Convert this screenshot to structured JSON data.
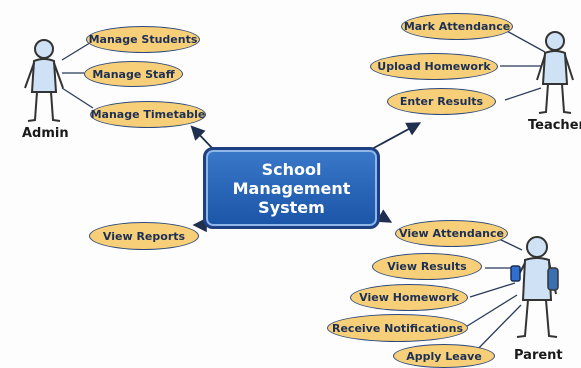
{
  "system": {
    "title": "School Management System"
  },
  "actors": {
    "admin": {
      "label": "Admin"
    },
    "teacher": {
      "label": "Teacher"
    },
    "parent": {
      "label": "Parent"
    }
  },
  "use_cases": {
    "admin": [
      "Manage Students",
      "Manage Staff",
      "Manage Timetable"
    ],
    "teacher": [
      "Mark Attendance",
      "Upload Homework",
      "Enter Results"
    ],
    "reports": [
      "View Reports"
    ],
    "parent": [
      "View Attendance",
      "View Results",
      "View Homework",
      "Receive Notifications",
      "Apply Leave"
    ]
  },
  "colors": {
    "use_case_fill": "#f7cf79",
    "use_case_border": "#2e4a7a",
    "system_fill": "#1b55a8",
    "arrow": "#1f2f4f"
  }
}
